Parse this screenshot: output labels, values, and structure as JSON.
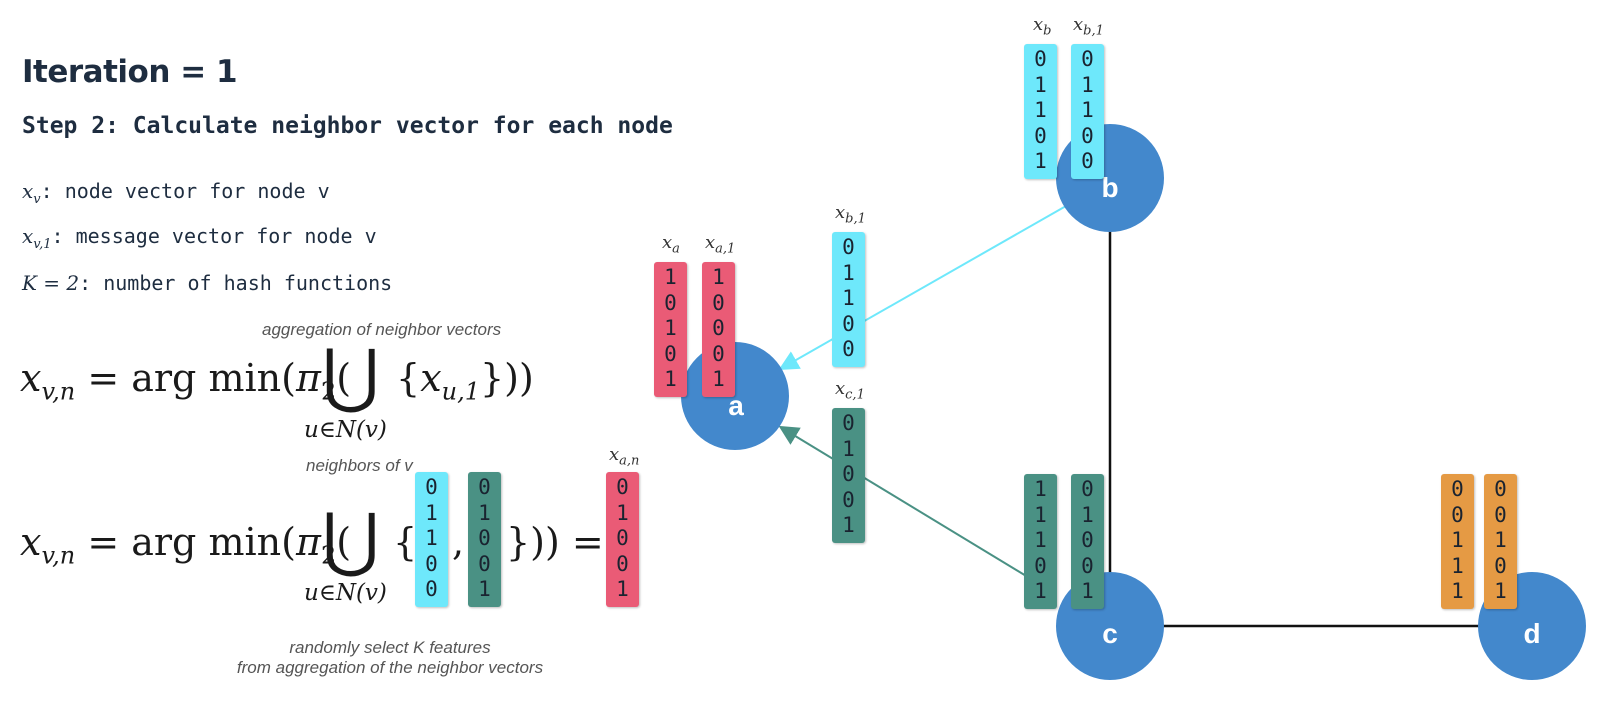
{
  "title": "Iteration = 1",
  "step": "Step 2: Calculate neighbor vector for each node",
  "definitions": [
    {
      "symbol": "x",
      "sub": "v",
      "text": ": node vector for node v"
    },
    {
      "symbol": "x",
      "sub": "v,1",
      "text": ": message vector for node v"
    },
    {
      "symbol": "K = 2",
      "sub": "",
      "text": ": number of hash functions"
    }
  ],
  "annotations": {
    "aggregation": "aggregation of neighbor vectors",
    "neighbors": "neighbors of v",
    "random_line1": "randomly select K features",
    "random_line2": "from aggregation of the neighbor vectors"
  },
  "formula": {
    "lhs_main": "x",
    "lhs_sub": "v,n",
    "op": " = arg min(",
    "pi": "π",
    "pi_sub": "2",
    "open": "(",
    "under": "u∈N(v)",
    "set1_x": "x",
    "set1_sub": "u,1",
    "set1_open": "{",
    "set1_close": "}))",
    "set2_open": "{",
    "comma": ",",
    "set2_close": "})) ="
  },
  "colors": {
    "cyan": "#6ee8fb",
    "teal": "#4a9184",
    "pink": "#ea5b76",
    "orange": "#e59a44",
    "node": "#4388cc"
  },
  "vectors": {
    "x_b": {
      "label": "x",
      "sub": "b",
      "bits": [
        "0",
        "1",
        "1",
        "0",
        "1"
      ]
    },
    "x_b1": {
      "label": "x",
      "sub": "b,1",
      "bits": [
        "0",
        "1",
        "1",
        "0",
        "0"
      ]
    },
    "x_b1_msg": {
      "label": "x",
      "sub": "b,1",
      "bits": [
        "0",
        "1",
        "1",
        "0",
        "0"
      ]
    },
    "x_a": {
      "label": "x",
      "sub": "a",
      "bits": [
        "1",
        "0",
        "1",
        "0",
        "1"
      ]
    },
    "x_a1": {
      "label": "x",
      "sub": "a,1",
      "bits": [
        "1",
        "0",
        "0",
        "0",
        "1"
      ]
    },
    "x_c1_msg": {
      "label": "x",
      "sub": "c,1",
      "bits": [
        "0",
        "1",
        "0",
        "0",
        "1"
      ]
    },
    "x_c": {
      "bits": [
        "1",
        "1",
        "1",
        "0",
        "1"
      ]
    },
    "x_c1": {
      "bits": [
        "0",
        "1",
        "0",
        "0",
        "1"
      ]
    },
    "x_d": {
      "bits": [
        "0",
        "0",
        "1",
        "1",
        "1"
      ]
    },
    "x_d1": {
      "bits": [
        "0",
        "0",
        "1",
        "0",
        "1"
      ]
    },
    "f_cyan": {
      "bits": [
        "0",
        "1",
        "1",
        "0",
        "0"
      ]
    },
    "f_teal": {
      "bits": [
        "0",
        "1",
        "0",
        "0",
        "1"
      ]
    },
    "x_an": {
      "label": "x",
      "sub": "a,n",
      "bits": [
        "0",
        "1",
        "0",
        "0",
        "1"
      ]
    }
  },
  "nodes": {
    "a": "a",
    "b": "b",
    "c": "c",
    "d": "d"
  }
}
